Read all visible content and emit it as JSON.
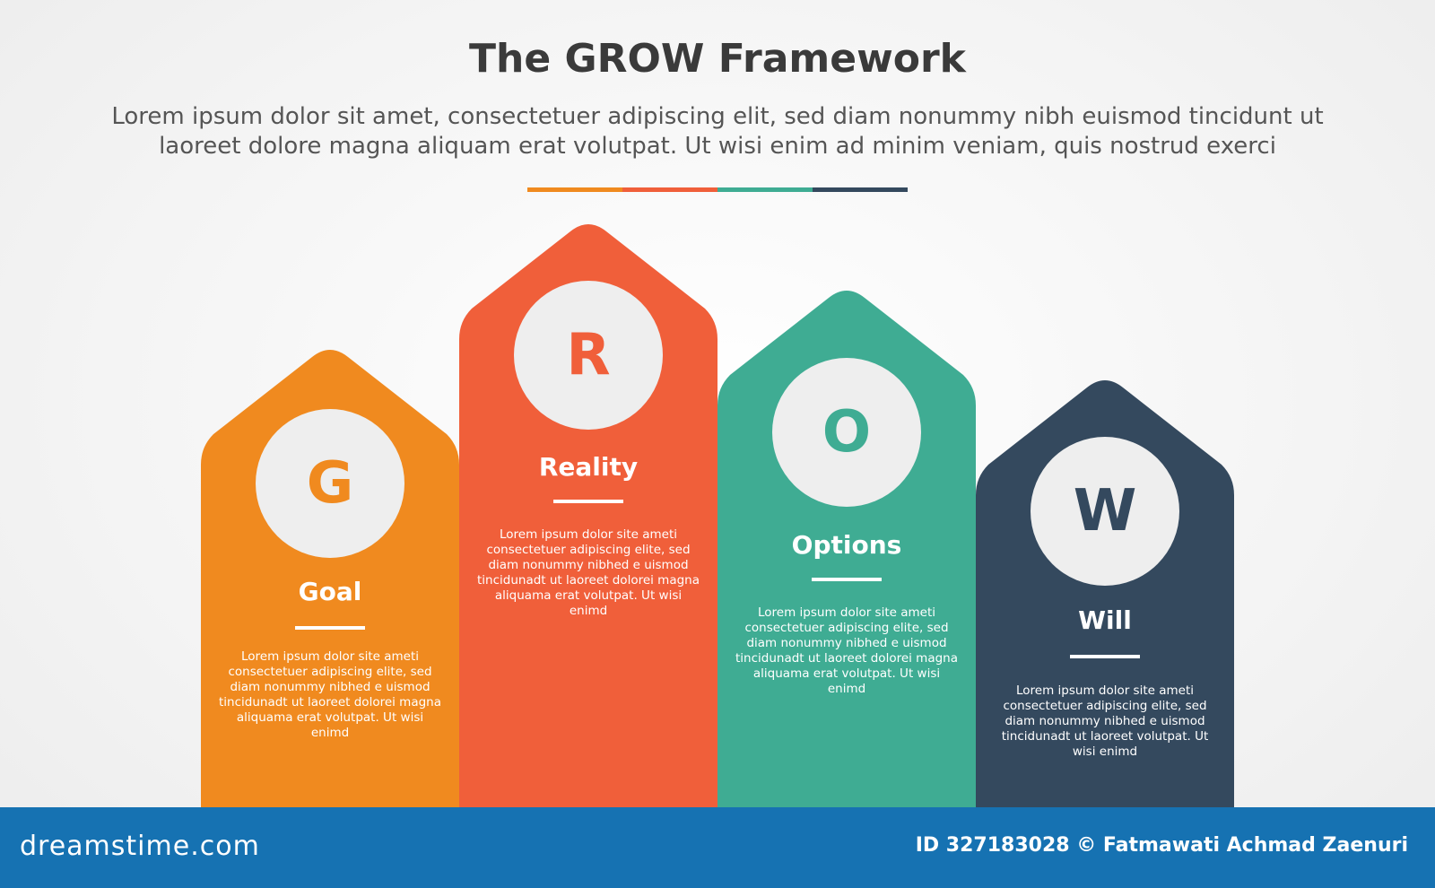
{
  "title": "The GROW Framework",
  "subtitle": "Lorem ipsum dolor sit amet, consectetuer adipiscing elit, sed diam nonummy nibh euismod tincidunt ut laoreet dolore magna aliquam erat volutpat. Ut wisi enim ad minim veniam, quis nostrud exerci",
  "accent_colors": [
    "#f08a1f",
    "#f05f3a",
    "#3fac93",
    "#34495e"
  ],
  "steps": [
    {
      "letter": "G",
      "title": "Goal",
      "color": "#f08a1f",
      "desc": "Lorem ipsum dolor site ameti consectetuer adipiscing elite, sed diam nonummy nibhed e uismod tincidunadt ut laoreet dolorei magna aliquama erat volutpat. Ut wisi enimd"
    },
    {
      "letter": "R",
      "title": "Reality",
      "color": "#f05f3a",
      "desc": "Lorem ipsum dolor site ameti consectetuer adipiscing elite, sed diam nonummy nibhed e uismod tincidunadt ut laoreet dolorei magna aliquama erat volutpat. Ut wisi enimd"
    },
    {
      "letter": "O",
      "title": "Options",
      "color": "#3fac93",
      "desc": "Lorem ipsum dolor site ameti consectetuer adipiscing elite, sed diam nonummy nibhed e uismod tincidunadt ut laoreet dolorei magna aliquama erat volutpat. Ut wisi enimd"
    },
    {
      "letter": "W",
      "title": "Will",
      "color": "#34495e",
      "desc": "Lorem ipsum dolor site ameti consectetuer adipiscing elite, sed diam nonummy nibhed e uismod tincidunadt ut laoreet volutpat. Ut wisi enimd"
    }
  ],
  "footer": {
    "brand": "dreamstime.com",
    "credit": "ID 327183028 © Fatmawati  Achmad Zaenuri"
  }
}
